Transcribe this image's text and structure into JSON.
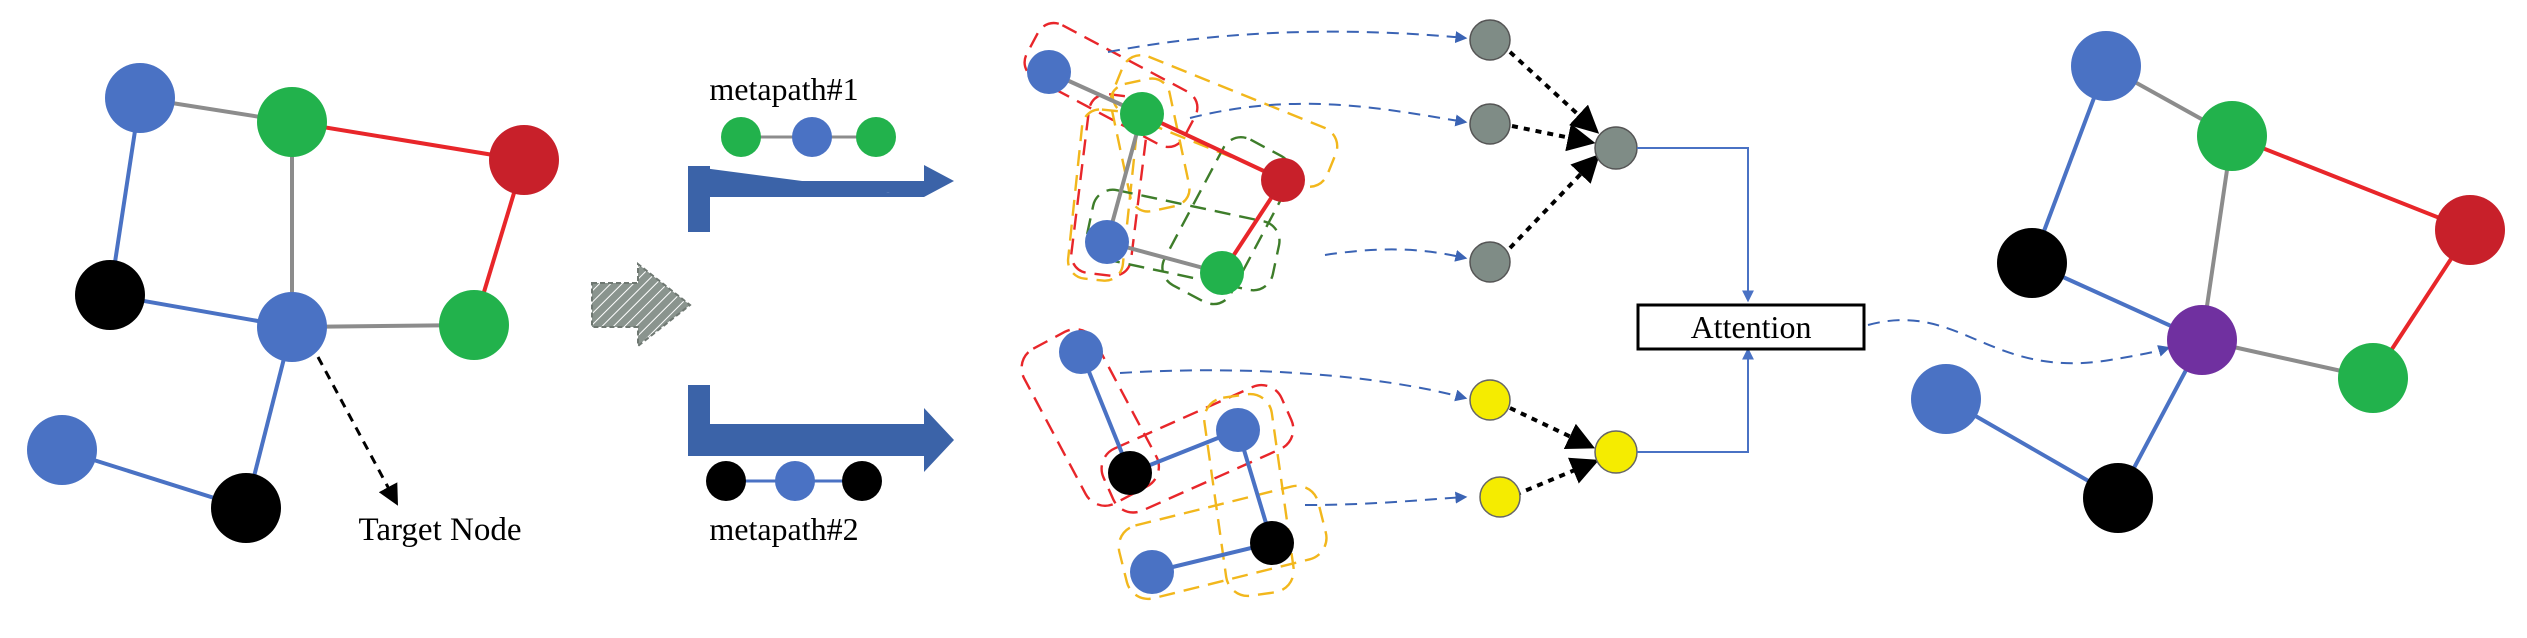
{
  "colors": {
    "blue": "#4a72c4",
    "green": "#22b24c",
    "red": "#c8202a",
    "black": "#000000",
    "purple": "#7030a0",
    "gray_node": "#7f8c86",
    "yellow_node": "#f5ec00",
    "edge_gray": "#8c8c8c",
    "edge_blue": "#4a72c4",
    "edge_red": "#e8262a",
    "arrow_blue": "#3a63b4",
    "box_red": "#e8262a",
    "box_orange": "#f2b71c",
    "box_green": "#3e7d2a"
  },
  "labels": {
    "target_node": "Target Node",
    "metapath1": "metapath#1",
    "metapath2": "metapath#2",
    "attention": "Attention"
  },
  "icons": {
    "step_arrow": "hatched-right-arrow-icon",
    "metapath_arrows": "bent-right-arrow-icon",
    "aggregation_arrows": "dotted-arrow-icon"
  }
}
